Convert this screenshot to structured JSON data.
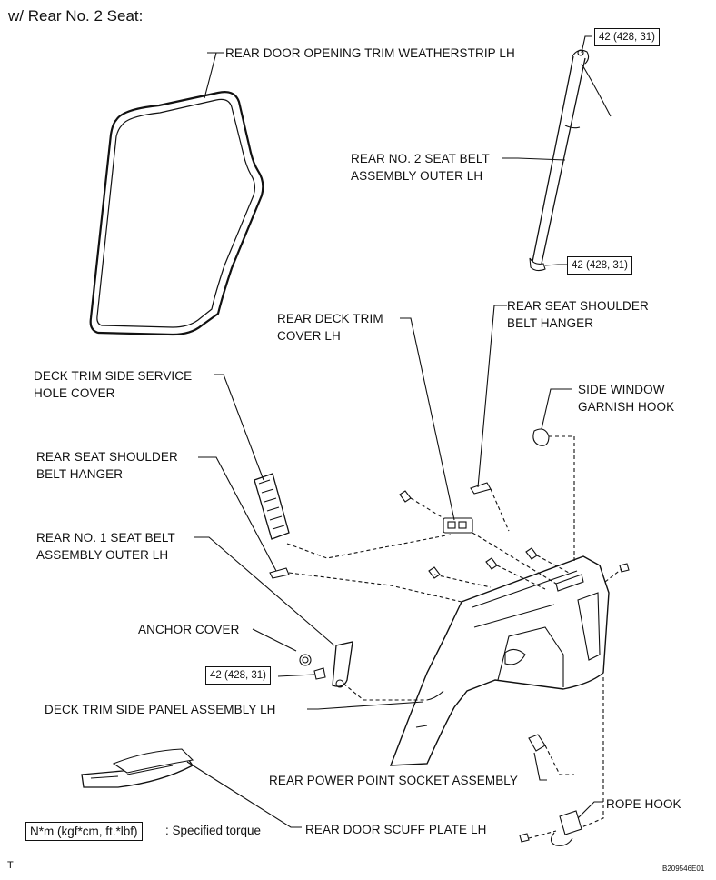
{
  "header": {
    "title": "w/ Rear No. 2 Seat:"
  },
  "parts": {
    "weatherstrip": "REAR DOOR OPENING TRIM WEATHERSTRIP LH",
    "seat_belt_2": "REAR NO. 2 SEAT BELT\nASSEMBLY OUTER LH",
    "deck_trim_cover": "REAR DECK TRIM\nCOVER LH",
    "shoulder_hanger_right": "REAR SEAT SHOULDER\nBELT HANGER",
    "service_hole_cover": "DECK TRIM SIDE SERVICE\nHOLE COVER",
    "side_window_hook": "SIDE WINDOW\nGARNISH HOOK",
    "shoulder_hanger_left": "REAR SEAT SHOULDER\nBELT HANGER",
    "seat_belt_1": "REAR NO. 1 SEAT BELT\nASSEMBLY OUTER LH",
    "anchor_cover": "ANCHOR COVER",
    "side_panel": "DECK TRIM SIDE PANEL ASSEMBLY LH",
    "power_socket": "REAR POWER POINT SOCKET ASSEMBLY",
    "rope_hook": "ROPE HOOK",
    "scuff_plate": "REAR DOOR SCUFF PLATE LH"
  },
  "torques": {
    "top": "42 (428, 31)",
    "belt_lower": "42 (428, 31)",
    "belt_1": "42 (428, 31)"
  },
  "legend": {
    "box": "N*m (kgf*cm, ft.*lbf)",
    "text": ": Specified torque"
  },
  "footer": {
    "corner_mark": "T",
    "figure_id": "B209546E01"
  }
}
